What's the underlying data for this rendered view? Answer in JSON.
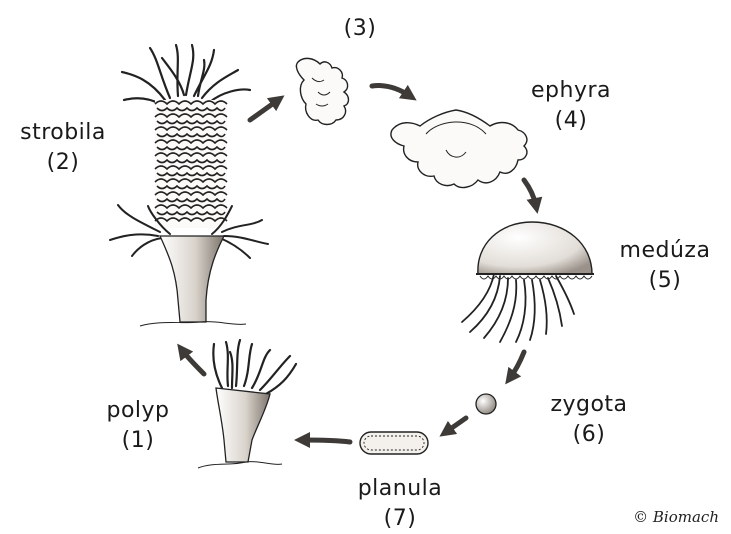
{
  "stages": [
    {
      "name": "polyp",
      "number": "(1)"
    },
    {
      "name": "strobila",
      "number": "(2)"
    },
    {
      "name": "",
      "number": "(3)"
    },
    {
      "name": "ephyra",
      "number": "(4)"
    },
    {
      "name": "medúza",
      "number": "(5)"
    },
    {
      "name": "zygota",
      "number": "(6)"
    },
    {
      "name": "planula",
      "number": "(7)"
    }
  ],
  "copyright": "© Biomach",
  "colors": {
    "ink": "#222222",
    "shade": "#8a8178",
    "arrow": "#3d3a37",
    "background": "#ffffff"
  }
}
